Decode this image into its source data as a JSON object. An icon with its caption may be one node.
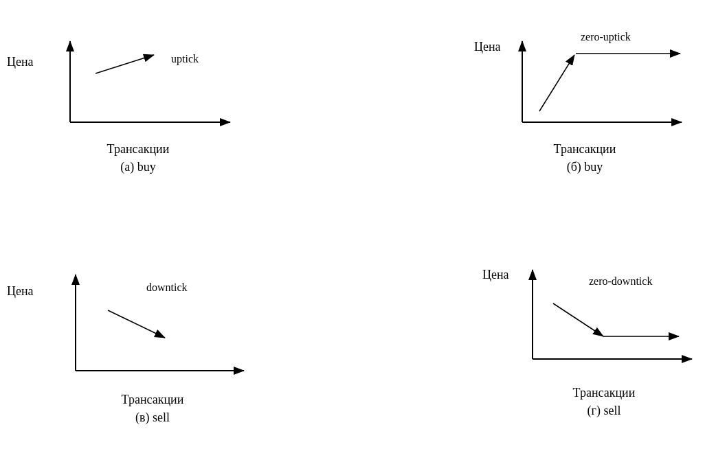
{
  "diagram": {
    "labels": [
      "Цена",
      "uptick",
      "Трансакции",
      "(а) buy",
      "Цена",
      "zero-uptick",
      "Трансакции",
      "(б) buy",
      "Цена",
      "downtick",
      "Трансакции",
      "(в) sell",
      "Цена",
      "zero-downtick",
      "Трансакции",
      "(г) sell"
    ]
  }
}
